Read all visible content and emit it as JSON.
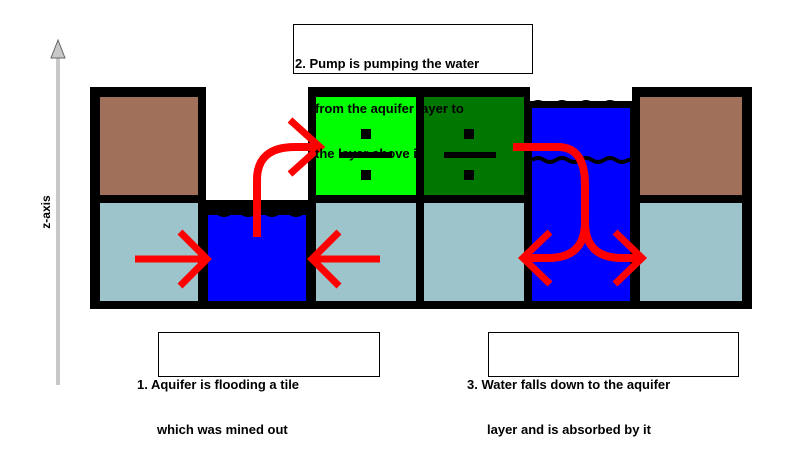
{
  "axis": {
    "label": "z-axis"
  },
  "captions": {
    "pump": {
      "lines": [
        "2. Pump is pumping the water",
        "from the aquifer layer to",
        "the layer above it"
      ]
    },
    "aquifer": {
      "lines": [
        "1. Aquifer is flooding a tile",
        "which was mined out"
      ]
    },
    "falls": {
      "lines": [
        "3. Water falls down to the aquifer",
        "layer and is absorbed by it"
      ]
    }
  },
  "colors": {
    "dirt": "#A0705A",
    "aquifer": "#9DC4CA",
    "water": "#0000FF",
    "pump_bright": "#00FF00",
    "pump_dark": "#007700",
    "arrow": "#FF0000",
    "frame": "#000000",
    "axis": "#C8C8C8"
  },
  "icons": {
    "pump_symbol": "division-icon",
    "flow_arrows": "arrow-icon"
  }
}
